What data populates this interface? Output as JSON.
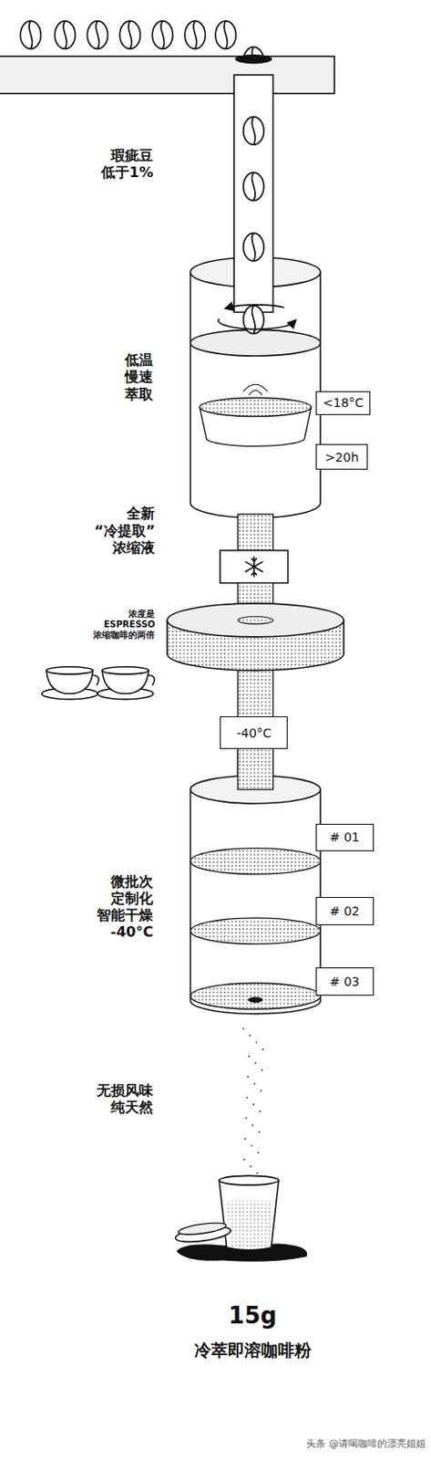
{
  "diagram": {
    "nodes": [
      {
        "text": [
          "<18°C"
        ]
      },
      {
        "text": [
          ">20h"
        ]
      },
      {
        "text": [
          "-40°C"
        ]
      },
      {
        "text": [
          "# 01"
        ]
      },
      {
        "text": [
          "# 02"
        ]
      },
      {
        "text": [
          "# 03"
        ]
      }
    ],
    "labels": [
      "瑕疵豆 低于1%",
      "低温 慢速 萃取",
      "全新 “冷提取” 浓缩液",
      "浓度是 ESPRESSO 浓缩咖啡的两倍",
      "微批次 定制化 智能干燥 -40°C",
      "无损风味 纯天然",
      "15g",
      "冷萃即溶咖啡粉",
      "头条 @请喝咖啡的漂亮姐姐"
    ]
  }
}
